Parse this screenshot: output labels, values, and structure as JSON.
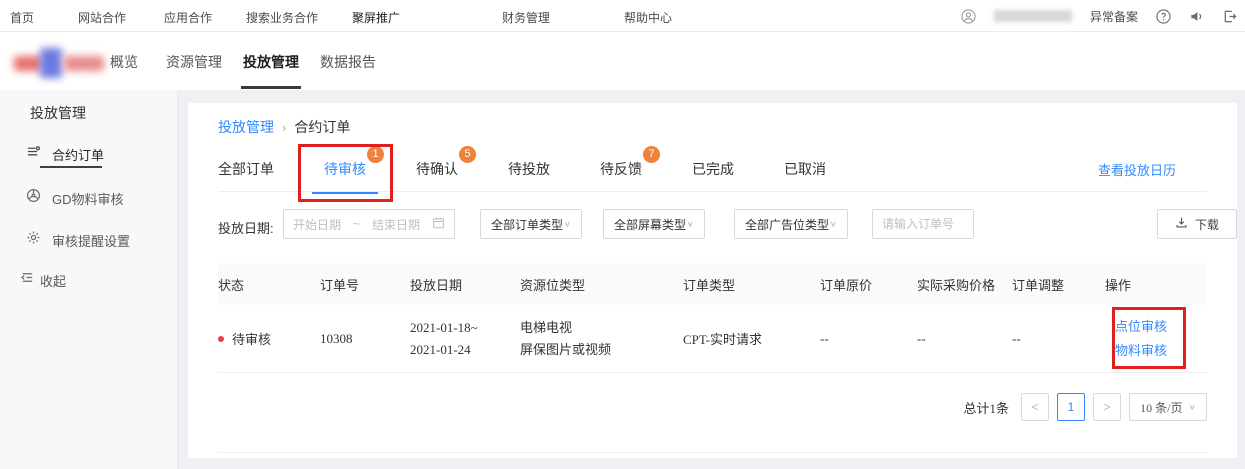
{
  "top_nav": {
    "items": [
      "首页",
      "网站合作",
      "应用合作",
      "搜索业务合作",
      "聚屏推广",
      "财务管理",
      "帮助中心"
    ],
    "active": "聚屏推广",
    "right": {
      "filing_label": "异常备案"
    }
  },
  "app_nav": {
    "items": [
      "概览",
      "资源管理",
      "投放管理",
      "数据报告"
    ],
    "active": "投放管理"
  },
  "sidebar": {
    "title": "投放管理",
    "items": [
      {
        "label": "合约订单",
        "icon": "order-list-icon",
        "active": true
      },
      {
        "label": "GD物料审核",
        "icon": "material-wheel-icon",
        "active": false
      },
      {
        "label": "审核提醒设置",
        "icon": "gear-icon",
        "active": false
      }
    ],
    "collapse_label": "收起"
  },
  "breadcrumb": {
    "items": [
      "投放管理",
      "合约订单"
    ],
    "separator": "›"
  },
  "tabs": [
    {
      "label": "全部订单"
    },
    {
      "label": "待审核",
      "badge": "1",
      "active": true
    },
    {
      "label": "待确认",
      "badge": "5"
    },
    {
      "label": "待投放"
    },
    {
      "label": "待反馈",
      "badge": "7"
    },
    {
      "label": "已完成"
    },
    {
      "label": "已取消"
    }
  ],
  "calendar_link": "查看投放日历",
  "filters": {
    "date_label": "投放日期:",
    "date_start_placeholder": "开始日期",
    "date_separator": "~",
    "date_end_placeholder": "结束日期",
    "order_type": "全部订单类型",
    "screen_type": "全部屏幕类型",
    "adslot_type": "全部广告位类型",
    "order_input_placeholder": "请输入订单号",
    "download_label": "下载"
  },
  "table": {
    "headers": [
      "状态",
      "订单号",
      "投放日期",
      "资源位类型",
      "订单类型",
      "订单原价",
      "实际采购价格",
      "订单调整",
      "操作"
    ],
    "rows": [
      {
        "status": "待审核",
        "order_id": "10308",
        "date_range": [
          "2021-01-18~",
          "2021-01-24"
        ],
        "resource": [
          "电梯电视",
          "屏保图片或视频"
        ],
        "order_type": "CPT-实时请求",
        "original_price": "--",
        "actual_price": "--",
        "adjustment": "--",
        "actions": [
          "点位审核",
          "物料审核"
        ]
      }
    ]
  },
  "pagination": {
    "total": "总计1条",
    "prev": "<",
    "current": "1",
    "next": ">",
    "page_size": "10 条/页"
  },
  "colors": {
    "accent_blue": "#3388ff",
    "badge_orange": "#f0813c",
    "annotation_red": "#e01f1f",
    "status_dot_red": "#e64242",
    "sidebar_bg": "#f7f8fa",
    "page_bg": "#eef0f4"
  }
}
